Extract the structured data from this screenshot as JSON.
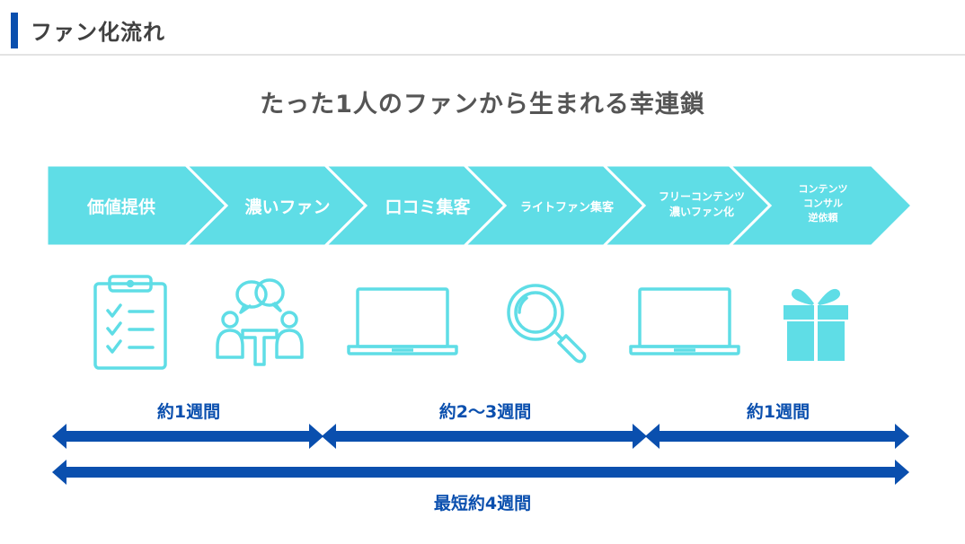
{
  "header": {
    "title": "ファン化流れ"
  },
  "main": {
    "subtitle": "たった1人のファンから生まれる幸連鎖",
    "steps": [
      {
        "lines": [
          "価値提供"
        ]
      },
      {
        "lines": [
          "濃いファン"
        ]
      },
      {
        "lines": [
          "口コミ集客"
        ]
      },
      {
        "lines": [
          "ライトファン集客"
        ]
      },
      {
        "lines": [
          "フリーコンテンツ",
          "濃いファン化"
        ]
      },
      {
        "lines": [
          "コンテンツ",
          "コンサル",
          "逆依頼"
        ]
      }
    ],
    "icons": [
      "clipboard-checklist-icon",
      "meeting-people-icon",
      "laptop-icon",
      "magnifier-icon",
      "laptop-icon",
      "gift-box-icon"
    ],
    "durations": [
      "約1週間",
      "約2〜3週間",
      "約1週間"
    ],
    "total": "最短約4週間"
  },
  "colors": {
    "accent": "#0a4fae",
    "chevron": "#5fdde6",
    "icon": "#5fdde6"
  }
}
